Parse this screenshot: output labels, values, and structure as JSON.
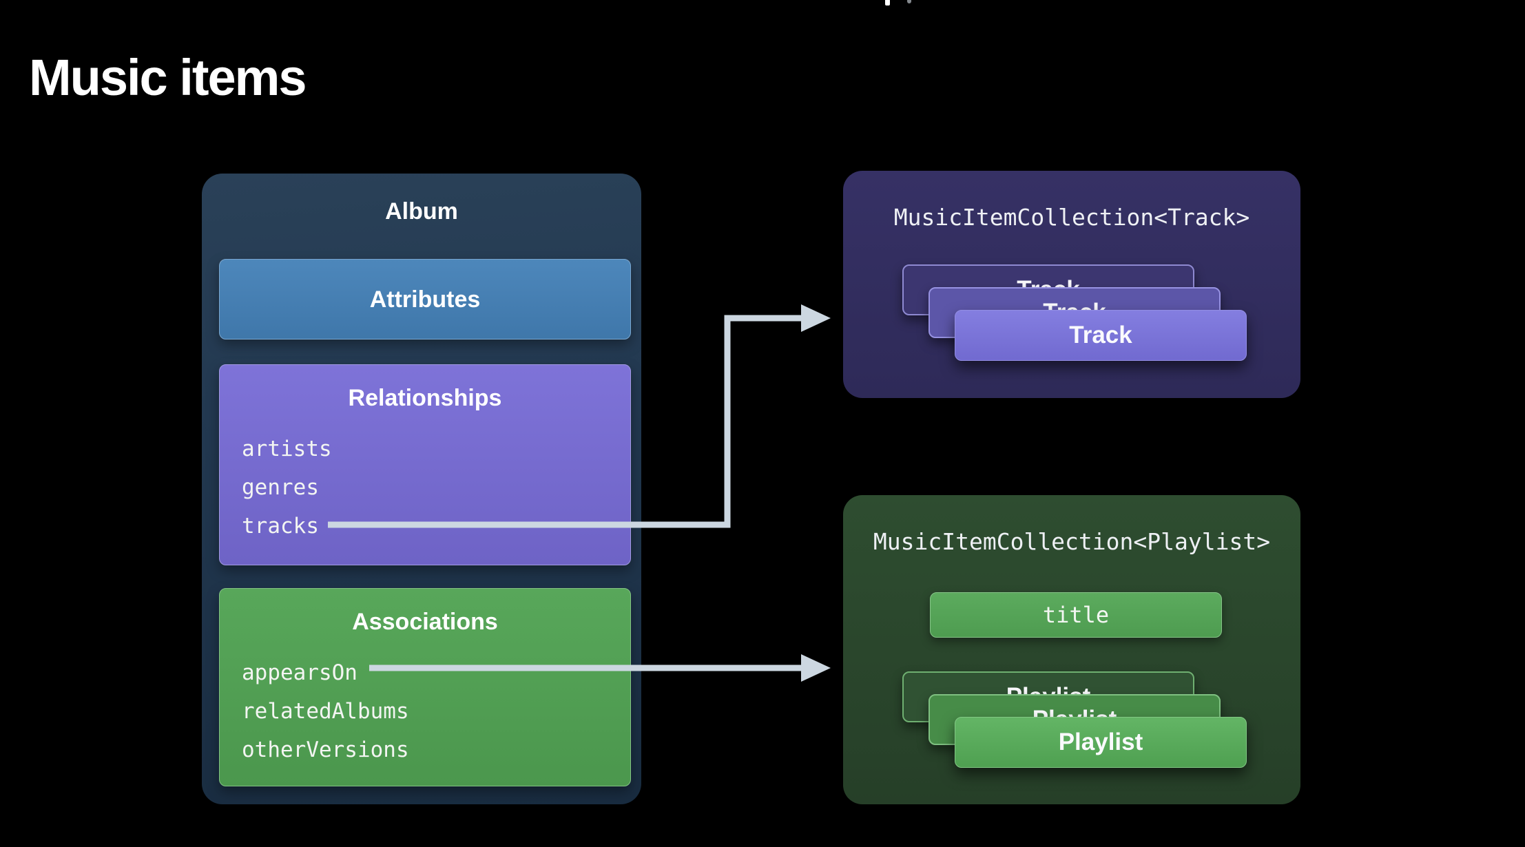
{
  "page": {
    "title": "Music items",
    "background": "#000000"
  },
  "album": {
    "title": "Album",
    "sections": [
      {
        "id": "attributes",
        "title": "Attributes",
        "color": "#4d87bb",
        "items": []
      },
      {
        "id": "relationships",
        "title": "Relationships",
        "color": "#7b70d4",
        "items": [
          "artists",
          "genres",
          "tracks"
        ]
      },
      {
        "id": "associations",
        "title": "Associations",
        "color": "#57a458",
        "items": [
          "appearsOn",
          "relatedAlbums",
          "otherVersions"
        ]
      }
    ]
  },
  "collections": [
    {
      "id": "track-collection",
      "title": "MusicItemCollection<Track>",
      "card_label": "Track",
      "card_count": 3,
      "container_color": "#322d5e",
      "front_card_color": "#7b75d7"
    },
    {
      "id": "playlist-collection",
      "title": "MusicItemCollection<Playlist>",
      "field_label": "title",
      "card_label": "Playlist",
      "card_count": 3,
      "container_color": "#2b4a2e",
      "front_card_color": "#5aad5c"
    }
  ],
  "connections": [
    {
      "from": "tracks",
      "to": "MusicItemCollection<Track>",
      "shape": "elbow",
      "color": "#ccd7e1"
    },
    {
      "from": "appearsOn",
      "to": "MusicItemCollection<Playlist>",
      "shape": "straight",
      "color": "#ccd7e1"
    }
  ],
  "colors": {
    "background": "#000000",
    "album_container": "#223850",
    "attributes_blue": "#4d87bb",
    "relationships_purple": "#7b70d4",
    "associations_green": "#57a458",
    "track_container": "#322d5e",
    "playlist_container": "#2b4a2e",
    "arrow": "#ccd7e1",
    "text": "#ffffff"
  }
}
